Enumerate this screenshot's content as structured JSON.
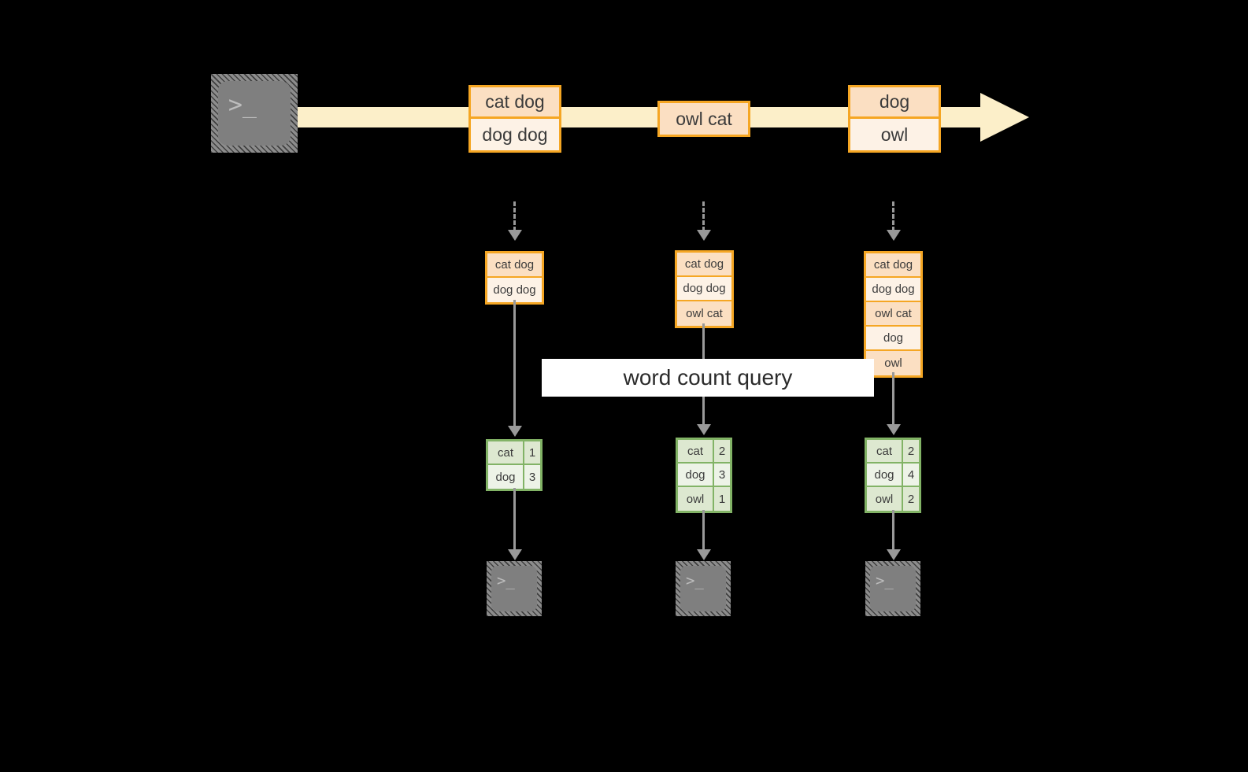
{
  "diagram": {
    "title": "word count query stream diagram",
    "query_label": "word count query",
    "colors": {
      "background": "#000000",
      "stream_border": "#F5A623",
      "stream_fill_shade": "#FBDFC2",
      "stream_fill_light": "#FDF2E6",
      "timeline_band": "#FCEFC9",
      "result_border": "#82B366",
      "result_fill_shade": "#DDE8D0",
      "result_fill_light": "#EDF3E7",
      "connector": "#999999",
      "terminal_fill": "#7F7F7F",
      "label_band": "#FFFFFF"
    },
    "source": {
      "icon": "terminal-icon",
      "glyph": ">_"
    },
    "timeline": {
      "icon": "right-arrow-icon",
      "events": [
        {
          "lines": [
            "cat dog",
            "dog dog"
          ]
        },
        {
          "lines": [
            "owl cat"
          ]
        },
        {
          "lines": [
            "dog",
            "owl"
          ]
        }
      ]
    },
    "columns": [
      {
        "name": "snapshot-1",
        "snapshot_lines": [
          "cat dog",
          "dog dog"
        ],
        "result_header_absent": true,
        "result_rows": [
          {
            "word": "cat",
            "count": "1"
          },
          {
            "word": "dog",
            "count": "3"
          }
        ],
        "sink": {
          "icon": "terminal-icon",
          "glyph": ">_"
        }
      },
      {
        "name": "snapshot-2",
        "snapshot_lines": [
          "cat dog",
          "dog dog",
          "owl cat"
        ],
        "result_rows": [
          {
            "word": "cat",
            "count": "2"
          },
          {
            "word": "dog",
            "count": "3"
          },
          {
            "word": "owl",
            "count": "1"
          }
        ],
        "sink": {
          "icon": "terminal-icon",
          "glyph": ">_"
        }
      },
      {
        "name": "snapshot-3",
        "snapshot_lines": [
          "cat dog",
          "dog dog",
          "owl cat",
          "dog",
          "owl"
        ],
        "result_rows": [
          {
            "word": "cat",
            "count": "2"
          },
          {
            "word": "dog",
            "count": "4"
          },
          {
            "word": "owl",
            "count": "2"
          }
        ],
        "sink": {
          "icon": "terminal-icon",
          "glyph": ">_"
        }
      }
    ]
  }
}
